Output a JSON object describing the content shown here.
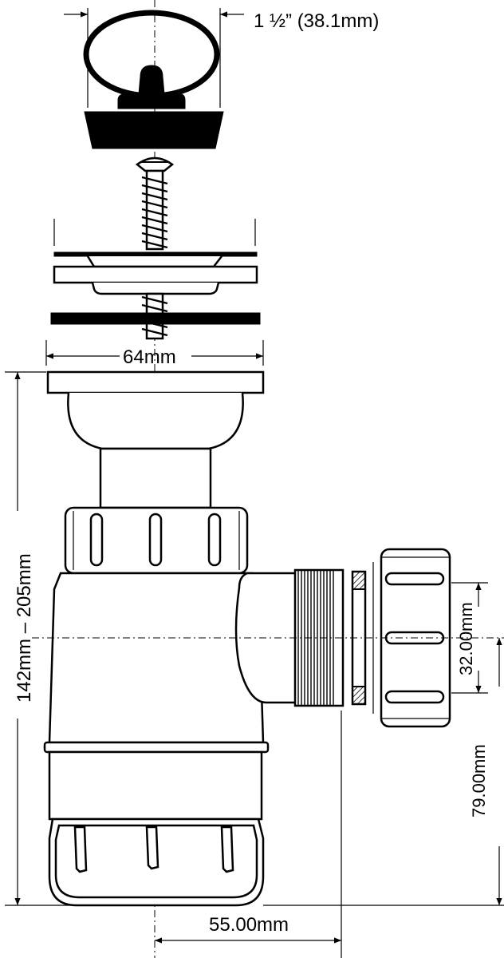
{
  "dimensions": {
    "plug_diameter": "1 ½” (38.1mm)",
    "flange_width": "64mm",
    "height_range": "142mm – 205mm",
    "outlet_diameter": "32.00mm",
    "outlet_height": "79.00mm",
    "outlet_offset": "55.00mm"
  }
}
